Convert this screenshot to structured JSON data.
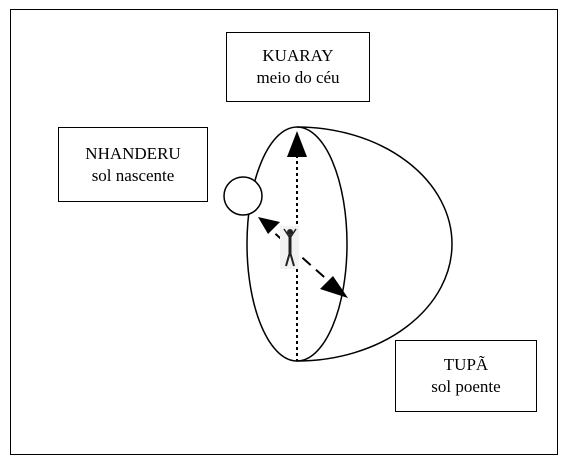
{
  "labels": {
    "top": {
      "name": "KUARAY",
      "sub": "meio do céu"
    },
    "left": {
      "name": "NHANDERU",
      "sub": "sol nascente"
    },
    "right": {
      "name": "TUPÃ",
      "sub": "sol poente"
    }
  }
}
